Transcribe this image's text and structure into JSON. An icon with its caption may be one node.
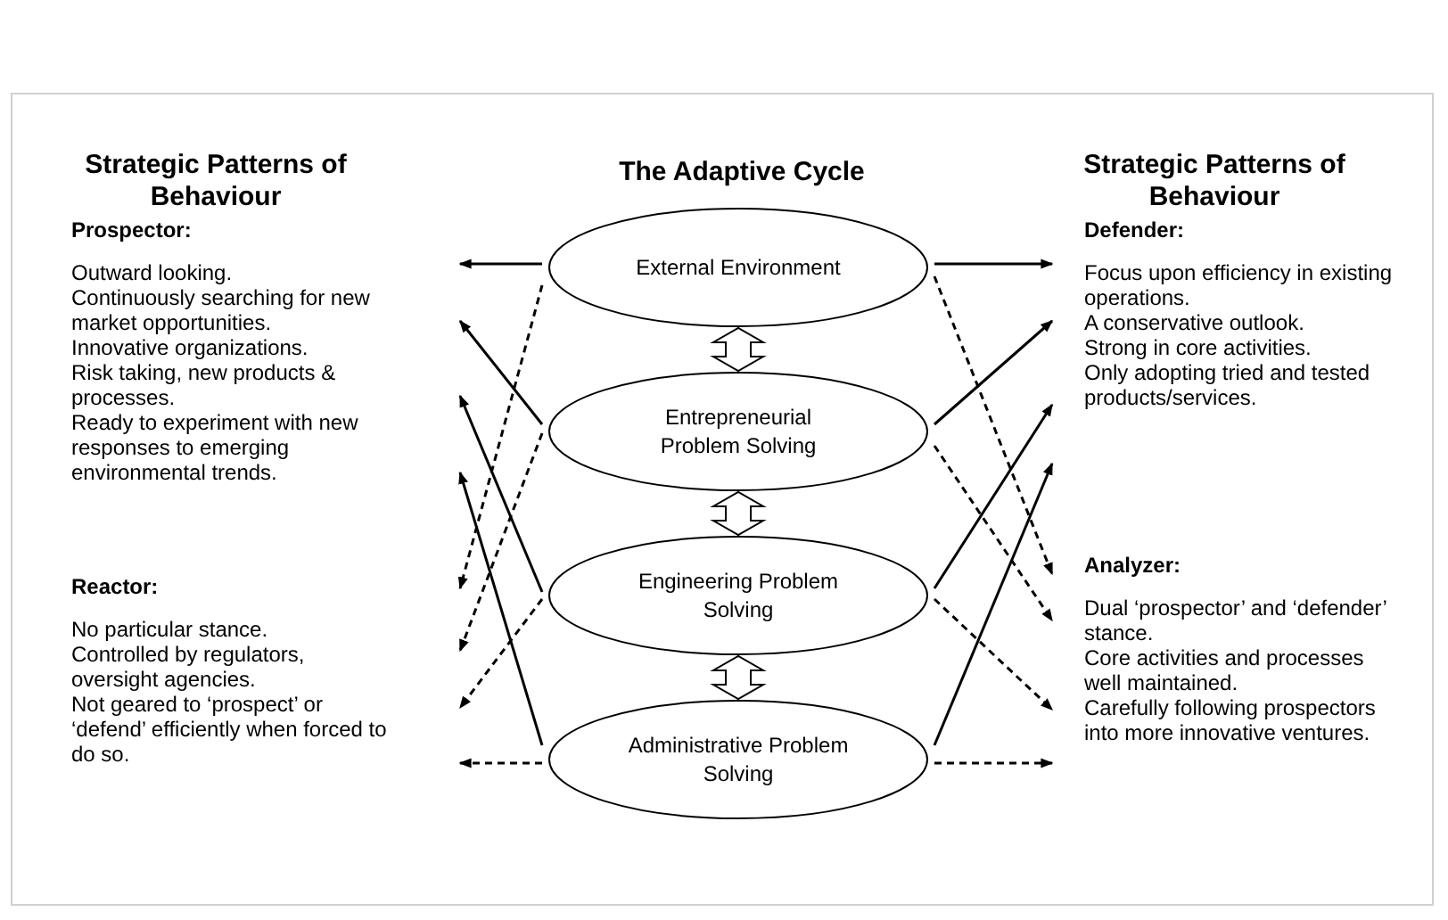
{
  "diagram": {
    "title": "The Adaptive Cycle",
    "nodes": [
      {
        "text": [
          "Prospector:",
          "Outward looking.",
          "Continuously searching for new market opportunities.",
          "Innovative organizations.",
          "Risk taking, new products & processes.",
          "Ready to experiment with new responses to emerging environmental trends."
        ]
      },
      {
        "text": [
          "Reactor:",
          "No particular stance.",
          "Controlled by regulators, oversight agencies.",
          "Not geared to ‘prospect’ or ‘defend’ efficiently when forced to do so."
        ]
      },
      {
        "text": [
          "External Environment"
        ]
      },
      {
        "text": [
          "Entrepreneurial Problem Solving"
        ]
      },
      {
        "text": [
          "Engineering Problem Solving"
        ]
      },
      {
        "text": [
          "Administrative Problem Solving"
        ]
      },
      {
        "text": [
          "Defender:",
          "Focus upon efficiency in existing operations.",
          "A conservative outlook.",
          "Strong in core activities.",
          "Only adopting tried and tested products/services."
        ]
      },
      {
        "text": [
          "Analyzer:",
          "Dual ‘prospector’ and ‘defender’ stance.",
          "Core activities and processes well maintained.",
          "Carefully following prospectors into more innovative ventures."
        ]
      }
    ],
    "edges": [
      {
        "from": 2,
        "to": 3,
        "arrow": "both"
      },
      {
        "from": 3,
        "to": 4,
        "arrow": "both"
      },
      {
        "from": 4,
        "to": 5,
        "arrow": "both"
      },
      {
        "from": 2,
        "to": 0,
        "arrow": "to"
      },
      {
        "from": 3,
        "to": 0,
        "arrow": "to"
      },
      {
        "from": 4,
        "to": 0,
        "arrow": "to"
      },
      {
        "from": 5,
        "to": 0,
        "arrow": "to"
      },
      {
        "from": 2,
        "to": 1,
        "arrow": "to",
        "style": "dashed"
      },
      {
        "from": 3,
        "to": 1,
        "arrow": "to",
        "style": "dashed"
      },
      {
        "from": 4,
        "to": 1,
        "arrow": "to",
        "style": "dashed"
      },
      {
        "from": 5,
        "to": 1,
        "arrow": "to",
        "style": "dashed"
      },
      {
        "from": 2,
        "to": 6,
        "arrow": "to"
      },
      {
        "from": 3,
        "to": 6,
        "arrow": "to"
      },
      {
        "from": 4,
        "to": 6,
        "arrow": "to"
      },
      {
        "from": 5,
        "to": 6,
        "arrow": "to"
      },
      {
        "from": 2,
        "to": 7,
        "arrow": "to",
        "style": "dashed"
      },
      {
        "from": 3,
        "to": 7,
        "arrow": "to",
        "style": "dashed"
      },
      {
        "from": 4,
        "to": 7,
        "arrow": "to",
        "style": "dashed"
      },
      {
        "from": 5,
        "to": 7,
        "arrow": "to",
        "style": "dashed"
      }
    ],
    "labels": [
      "Strategic Patterns of Behaviour",
      "Strategic Patterns of Behaviour"
    ]
  }
}
